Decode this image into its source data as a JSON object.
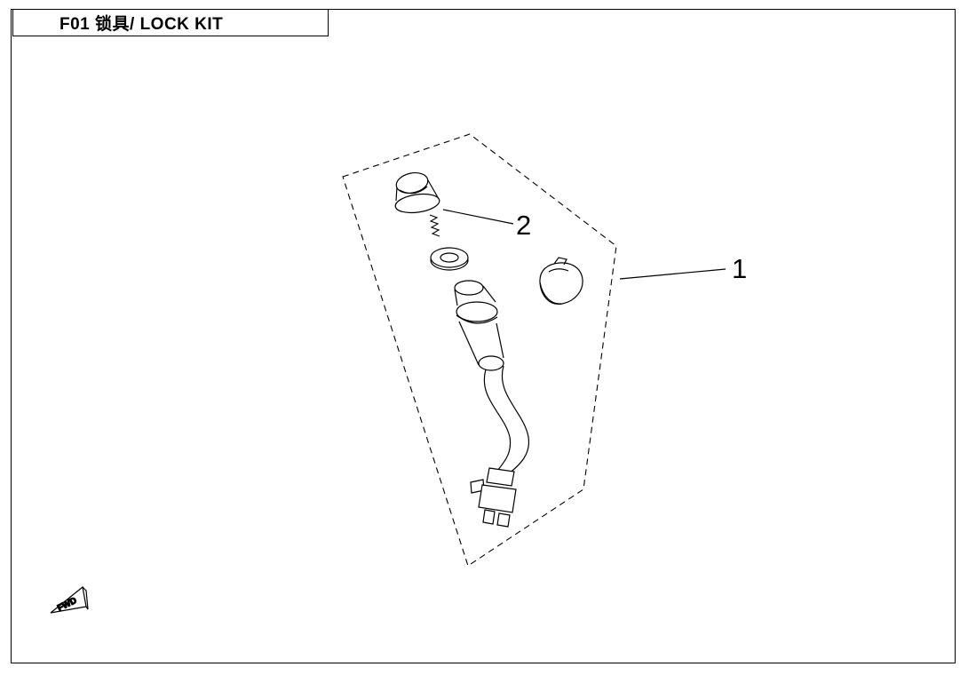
{
  "page": {
    "title": "F01 锁具/ LOCK KIT",
    "fwd_label": "FWD"
  },
  "diagram": {
    "description": "Exploded view of ignition lock kit inside dashed kit boundary",
    "callouts": [
      {
        "label": "1",
        "target": "lock-kit-boundary"
      },
      {
        "label": "2",
        "target": "key-knob"
      }
    ]
  }
}
